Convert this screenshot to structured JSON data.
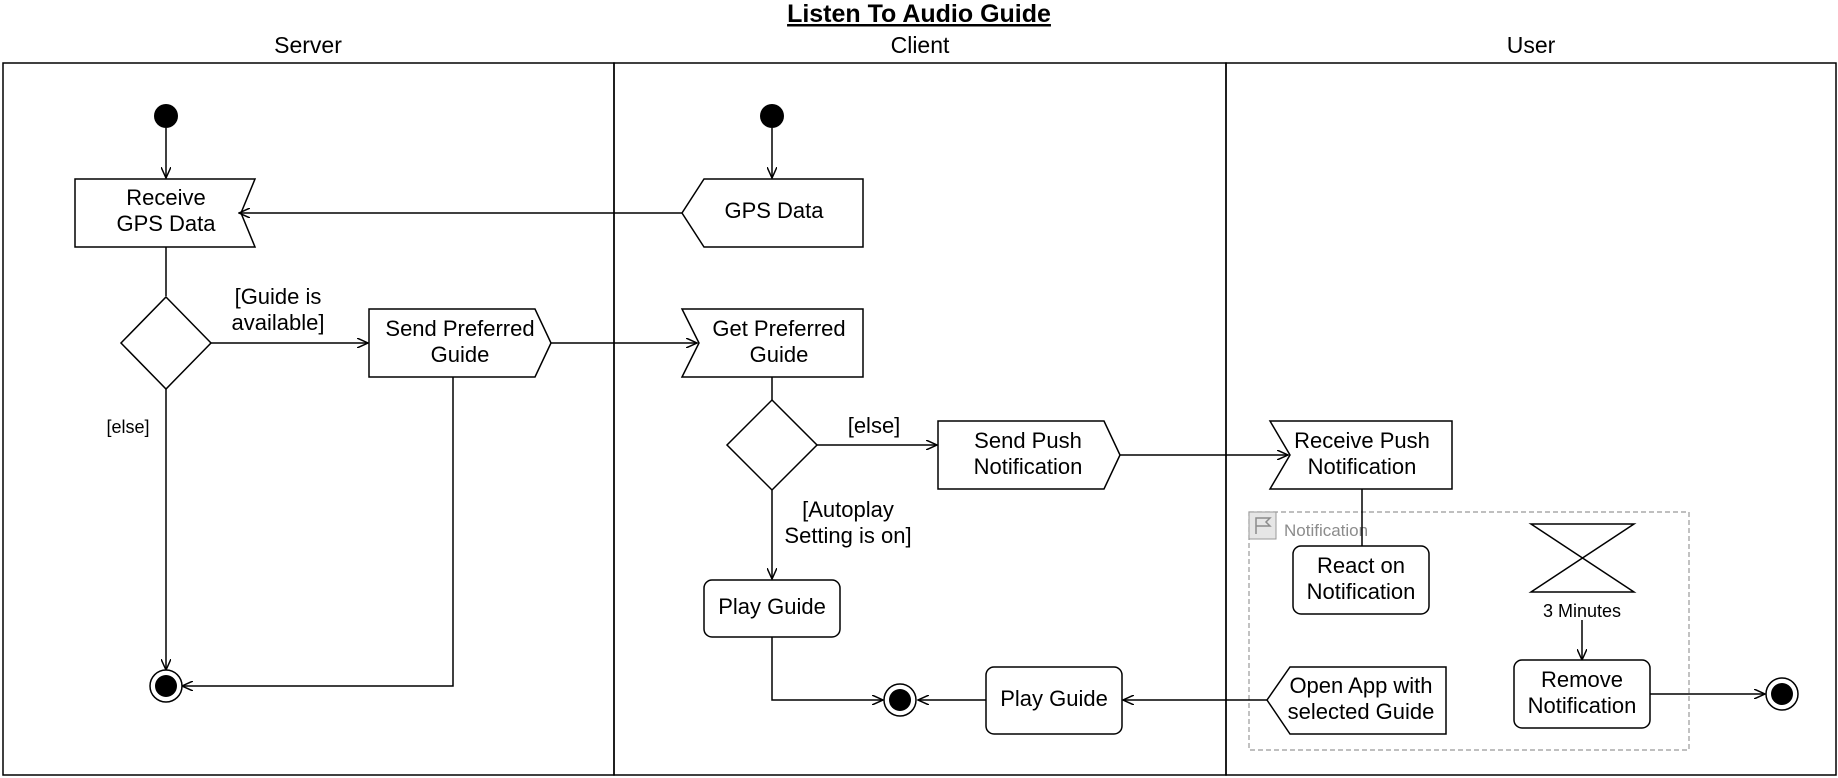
{
  "title": "Listen To Audio Guide",
  "lanes": {
    "server": "Server",
    "client": "Client",
    "user": "User"
  },
  "server": {
    "receive_gps": [
      "Receive",
      "GPS Data"
    ],
    "send_preferred": [
      "Send Preferred",
      "Guide"
    ],
    "guard_available": [
      "[Guide is",
      "available]"
    ],
    "guard_else": "[else]"
  },
  "client": {
    "gps_data": "GPS Data",
    "get_preferred": [
      "Get Preferred",
      "Guide"
    ],
    "guard_else": "[else]",
    "guard_autoplay": [
      "[Autoplay",
      "Setting is on]"
    ],
    "play_guide": "Play Guide",
    "send_push": [
      "Send Push",
      "Notification"
    ],
    "play_guide_2": "Play Guide"
  },
  "user": {
    "receive_push": [
      "Receive Push",
      "Notification"
    ],
    "region_label": "Notification",
    "react": [
      "React on",
      "Notification"
    ],
    "timer_label": "3 Minutes",
    "remove": [
      "Remove",
      "Notification"
    ],
    "open_app": [
      "Open App with",
      "selected Guide"
    ]
  }
}
